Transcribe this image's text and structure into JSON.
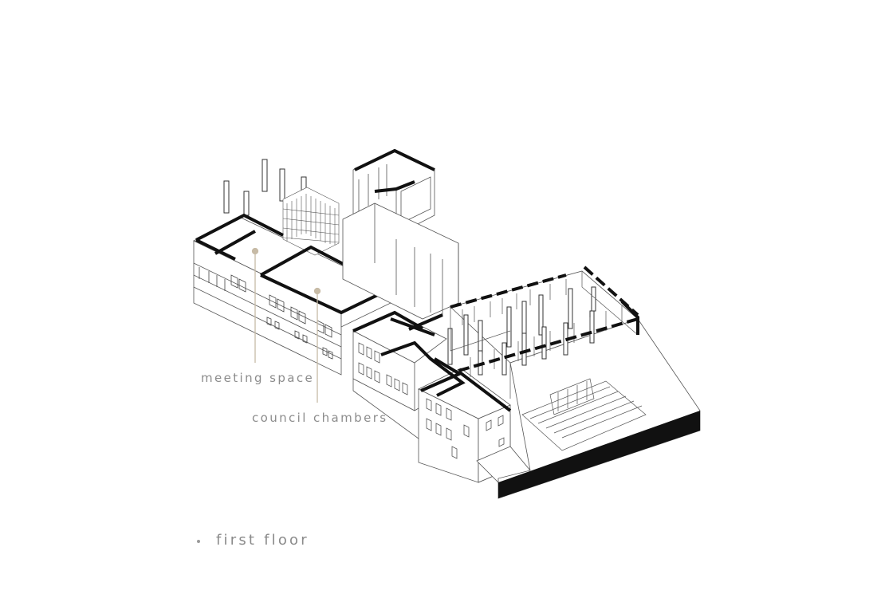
{
  "labels": {
    "meeting_space": "meeting space",
    "council_chambers": "council chambers"
  },
  "caption": "first floor",
  "colors": {
    "leader": "#c7bba6",
    "ink": "#111111",
    "line": "#555555",
    "text": "#8c8c8c"
  }
}
